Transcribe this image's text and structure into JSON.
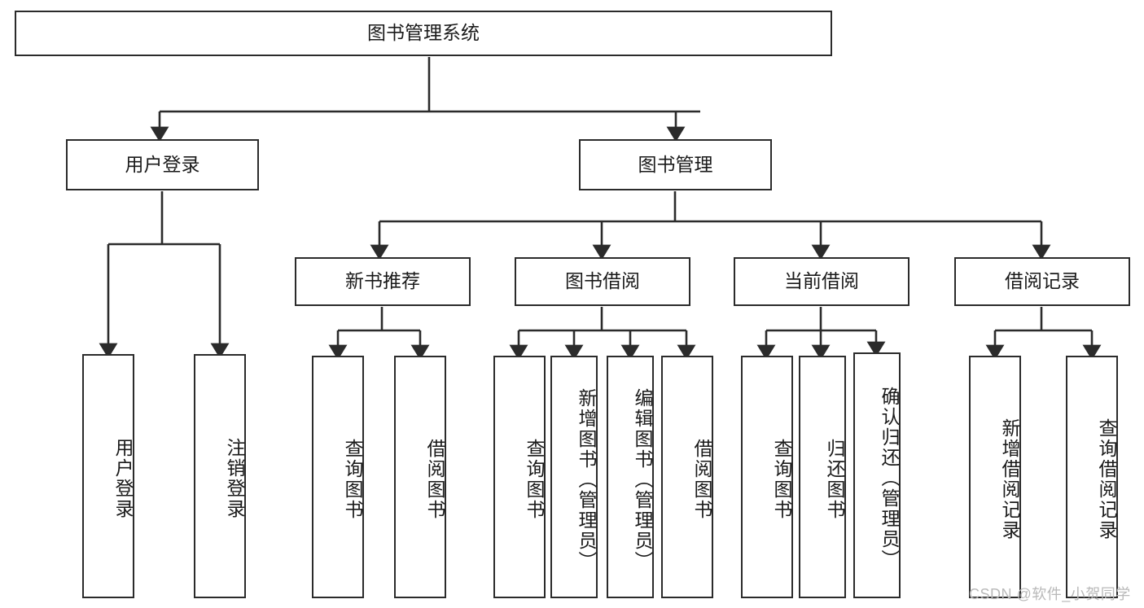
{
  "diagram": {
    "title": "图书管理系统",
    "type": "tree-hierarchy-chart",
    "watermark": "CSDN @软件_小贺同学",
    "colors": {
      "stroke": "#2b2b2b",
      "fill": "#ffffff",
      "text": "#1a1a1a",
      "watermark": "#b9b9b9"
    },
    "levels": {
      "root": {
        "label": "图书管理系统"
      },
      "level2": [
        {
          "label": "用户登录"
        },
        {
          "label": "图书管理"
        }
      ],
      "level3": [
        {
          "label": "新书推荐"
        },
        {
          "label": "图书借阅"
        },
        {
          "label": "当前借阅"
        },
        {
          "label": "借阅记录"
        }
      ],
      "leaves": {
        "user_login": [
          {
            "label": "用户登录"
          },
          {
            "label": "注销登录"
          }
        ],
        "new_book": [
          {
            "label": "查询图书"
          },
          {
            "label": "借阅图书"
          }
        ],
        "book_borrow": [
          {
            "label": "查询图书"
          },
          {
            "label": "新增图书（管理员）"
          },
          {
            "label": "编辑图书（管理员）"
          },
          {
            "label": "借阅图书"
          }
        ],
        "current_borrow": [
          {
            "label": "查询图书"
          },
          {
            "label": "归还图书"
          },
          {
            "label": "确认归还（管理员）"
          }
        ],
        "borrow_record": [
          {
            "label": "新增借阅记录"
          },
          {
            "label": "查询借阅记录"
          }
        ]
      }
    }
  }
}
